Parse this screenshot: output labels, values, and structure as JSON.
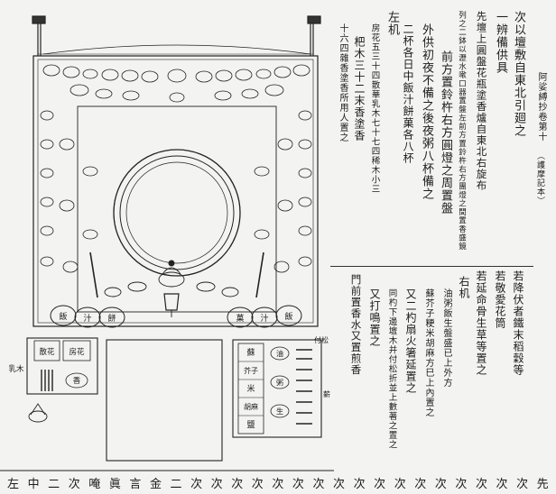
{
  "header": {
    "book_title": "阿娑縛抄卷第十",
    "chapter": "（護摩記本）"
  },
  "text_top": {
    "columns": [
      "次以壇敷自東北引廻之",
      "一辨備供具",
      "先壇上圓盤花瓶塗香爐自東北右旋布",
      "列之二鉢以瀝水嗽口器置盤左前方置鈴杵右方團燈之間置香盛鏡",
      "前方置鈴杵右方圓燈之周置盤",
      "外供初夜不備之後夜粥八杯備之",
      "二杯各日中飯汁餅菓各八杯",
      "左机",
      "房花五三十四散華乳木七十七四稀木小三",
      "杷木三十二末香塗香",
      "十六四雜香塗香所用人置之"
    ]
  },
  "text_right": {
    "columns": [
      "若降伏者鐵末稻穀等",
      "若敬愛花筒",
      "若延命骨生草等置之",
      "右机",
      "油粥飯生盤盛已上外方",
      "蘇芥子粳米胡麻方巳上內置之",
      "又二杓扇火箸延置之",
      "同杓下邊壇木并付松折並上數著之置之",
      "又打鳴置之",
      "門前置香水又置煎香"
    ]
  },
  "diagram": {
    "bowls_left": [
      "飯",
      "汁",
      "餅"
    ],
    "bowls_right": [
      "菓",
      "汁",
      "飯"
    ],
    "left_table": {
      "label": "乳木",
      "items": [
        "散花",
        "房花",
        "香"
      ]
    },
    "right_table": {
      "label_pine": "付松",
      "label_wood": "薪",
      "label_oil": "油",
      "label_rice": "粥",
      "label_raw": "生",
      "items": [
        "蘇",
        "芥子",
        "米",
        "胡麻",
        "鹽"
      ]
    }
  },
  "bottom": {
    "chars": [
      "左",
      "中",
      "二",
      "次",
      "唵",
      "眞",
      "言",
      "金",
      "二",
      "次",
      "次",
      "次",
      "次",
      "次",
      "次",
      "次",
      "次",
      "次",
      "次",
      "次",
      "次",
      "次",
      "次",
      "次",
      "次",
      "次",
      "先"
    ]
  },
  "colors": {
    "ink": "#1c1c1c",
    "paper": "#f3f3f1"
  }
}
